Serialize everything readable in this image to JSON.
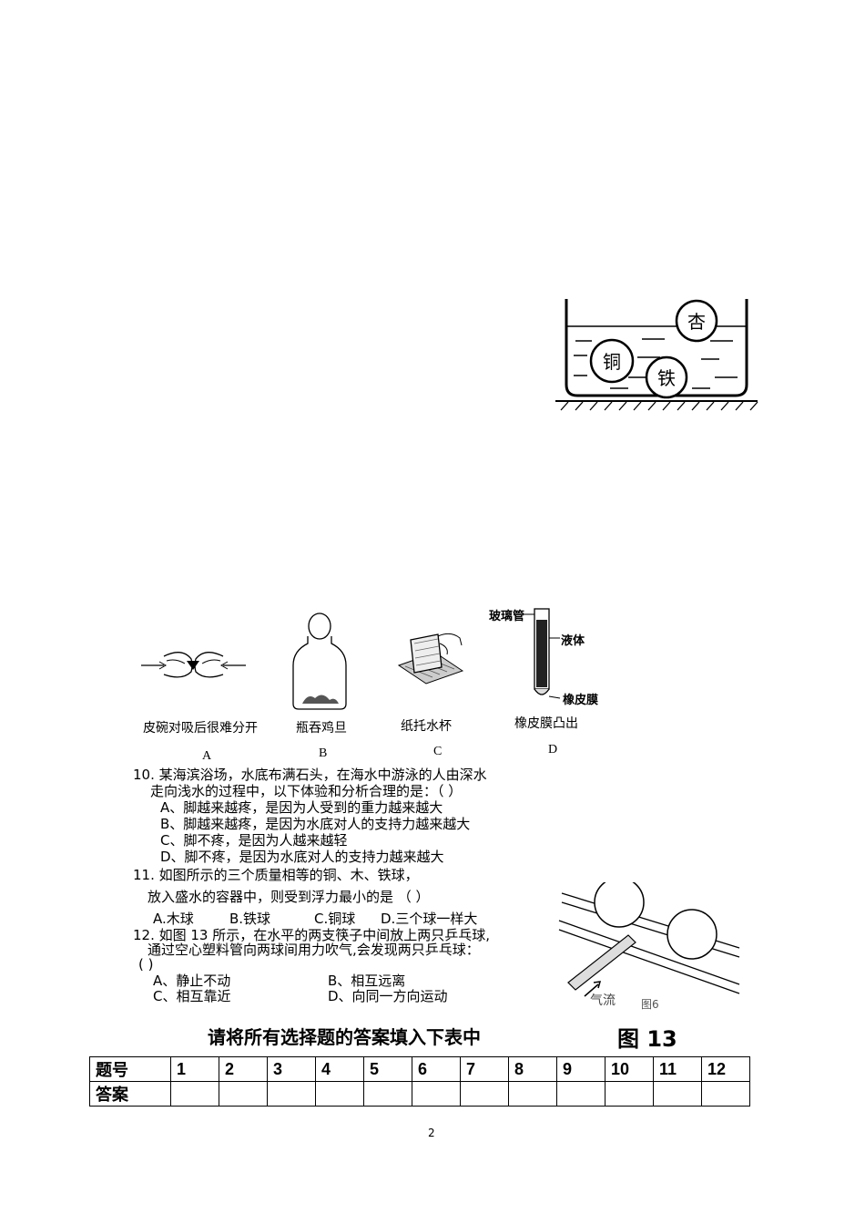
{
  "figure_top": {
    "ball_labels": [
      "杏",
      "铜",
      "铁"
    ]
  },
  "figure_options": {
    "captions": [
      "皮碗对吸后很难分开",
      "瓶吞鸡旦",
      "纸托水杯",
      "橡皮膜凸出"
    ],
    "letters": [
      "A",
      "B",
      "C",
      "D"
    ],
    "tube_labels": {
      "glass": "玻璃管",
      "liquid": "液体",
      "membrane": "橡皮膜"
    }
  },
  "q10": {
    "line1": "10.  某海滨浴场，水底布满石头，在海水中游泳的人由深水",
    "line2": "走向浅水的过程中，以下体验和分析合理的是：（          ）",
    "options": [
      "A、脚越来越疼，是因为人受到的重力越来越大",
      "B、脚越来越疼，是因为水底对人的支持力越来越大",
      "C、脚不疼，是因为人越来越轻",
      "D、脚不疼，是因为水底对人的支持力越来越大"
    ]
  },
  "q11": {
    "line1": "11. 如图所示的三个质量相等的铜、木、铁球，",
    "line2": "放入盛水的容器中，则受到浮力最小的是  （          ）",
    "options": [
      "A.木球",
      "B.铁球",
      "C.铜球",
      "D.三个球一样大"
    ]
  },
  "q12": {
    "line1": "12.  如图 13 所示，在水平的两支筷子中间放上两只乒乓球,",
    "line2": "通过空心塑料管向两球间用力吹气,会发现两只乒乓球：",
    "paren": "(        )",
    "options": [
      "A、静止不动",
      "B、相互远离",
      "C、相互靠近",
      "D、向同一方向运动"
    ]
  },
  "figure_pingpong": {
    "airflow": "气流",
    "fig_label": "图6"
  },
  "answer_section": {
    "instruction": "请将所有选择题的答案填入下表中",
    "figure_label": "图 13",
    "row1_header": "题号",
    "row2_header": "答案",
    "numbers": [
      "1",
      "2",
      "3",
      "4",
      "5",
      "6",
      "7",
      "8",
      "9",
      "10",
      "11",
      "12"
    ]
  },
  "page_number": "2"
}
